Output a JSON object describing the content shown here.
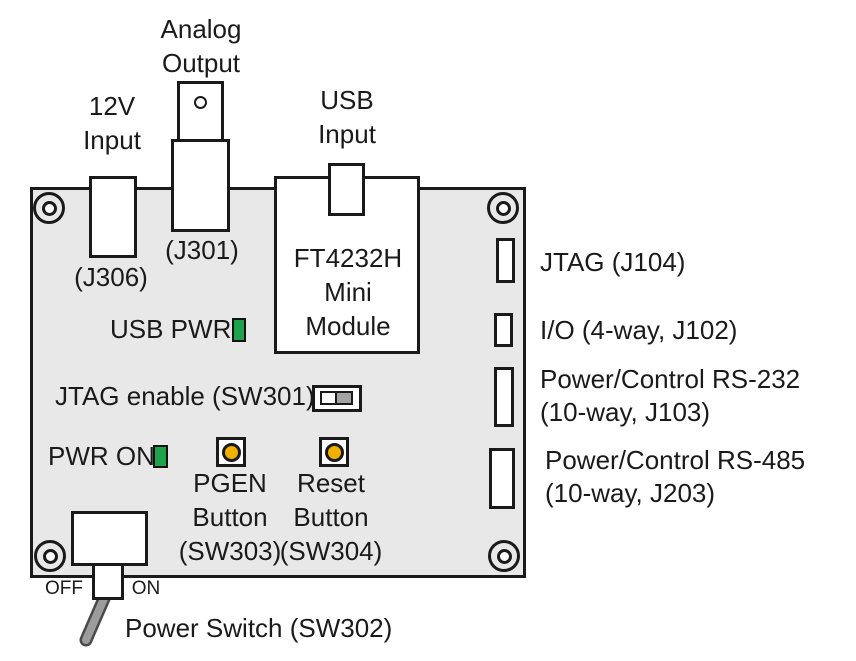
{
  "colors": {
    "board_fill": "#E8E8E8",
    "outline": "#1A1A1A",
    "led_green": "#1FA24C",
    "button_orange": "#F2B100",
    "switch_knob_gray": "#A3A3A3",
    "lever_gray": "#9C9C9C"
  },
  "top": {
    "twelve_v_input": [
      "12V",
      "Input"
    ],
    "analog_output": [
      "Analog",
      "Output"
    ],
    "usb_input": [
      "USB",
      "Input"
    ],
    "j306": "(J306)",
    "j301": "(J301)"
  },
  "module": {
    "lines": [
      "FT4232H",
      "Mini",
      "Module"
    ]
  },
  "board": {
    "usb_pwr": "USB PWR",
    "jtag_enable": "JTAG enable (SW301)",
    "pwr_on": "PWR ON",
    "pgen": [
      "PGEN",
      "Button",
      "(SW303)"
    ],
    "reset": [
      "Reset",
      "Button",
      "(SW304)"
    ]
  },
  "right": {
    "jtag": "JTAG (J104)",
    "io": "I/O (4-way, J102)",
    "rs232": [
      "Power/Control RS-232",
      "(10-way, J103)"
    ],
    "rs485": [
      "Power/Control RS-485",
      "(10-way, J203)"
    ]
  },
  "bottom": {
    "off": "OFF",
    "on": "ON",
    "power_switch": "Power Switch (SW302)"
  }
}
